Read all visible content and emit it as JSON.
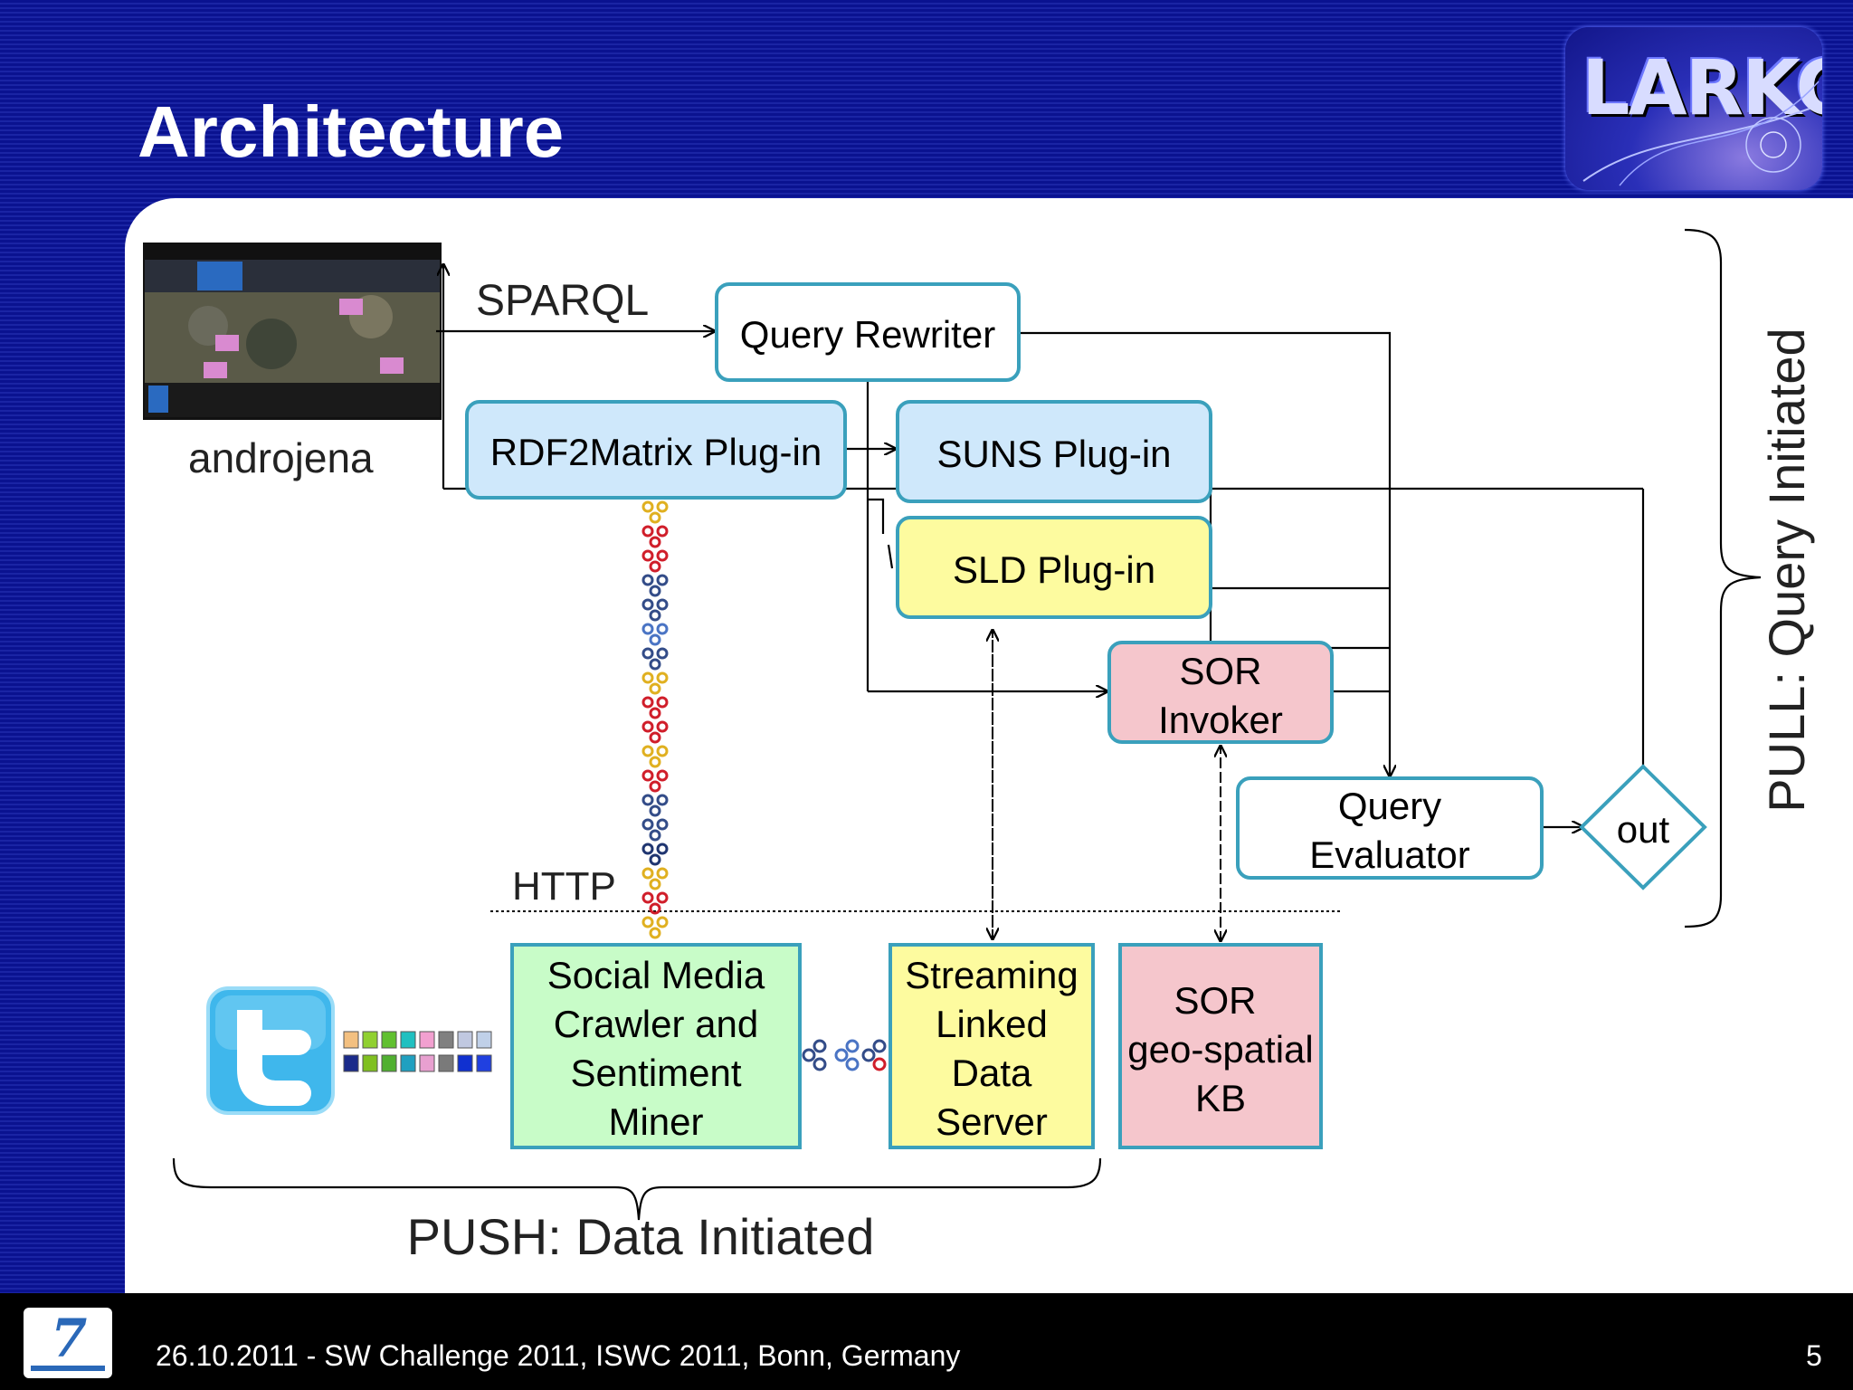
{
  "slide": {
    "title": "Architecture",
    "logo_text": "LARKC",
    "footer": "26.10.2011 - SW Challenge 2011, ISWC 2011, Bonn, Germany",
    "page_number": "5"
  },
  "diagram": {
    "phone_label": "androjena",
    "sparql_label": "SPARQL",
    "http_label": "HTTP",
    "nodes": {
      "query_rewriter": "Query Rewriter",
      "rdf2matrix": "RDF2Matrix Plug-in",
      "suns": "SUNS Plug-in",
      "sld": "SLD Plug-in",
      "sor_invoker": [
        "SOR",
        "Invoker"
      ],
      "query_evaluator": [
        "Query",
        "Evaluator"
      ],
      "out": "out",
      "crawler": [
        "Social Media",
        "Crawler and",
        "Sentiment",
        "Miner"
      ],
      "streaming": [
        "Streaming",
        "Linked",
        "Data",
        "Server"
      ],
      "sor_kb": [
        "SOR",
        "geo-spatial",
        "KB"
      ]
    },
    "push_label": "PUSH: Data Initiated",
    "pull_label": "PULL: Query Initiated"
  },
  "colors": {
    "box_border": "#3aa0bc",
    "suns_fill": "#cfe8fb",
    "sld_fill": "#fdfb9f",
    "sor_fill": "#f5c6cc",
    "crawler_fill": "#c8fcc8",
    "slide_blue": "#0a1290"
  }
}
